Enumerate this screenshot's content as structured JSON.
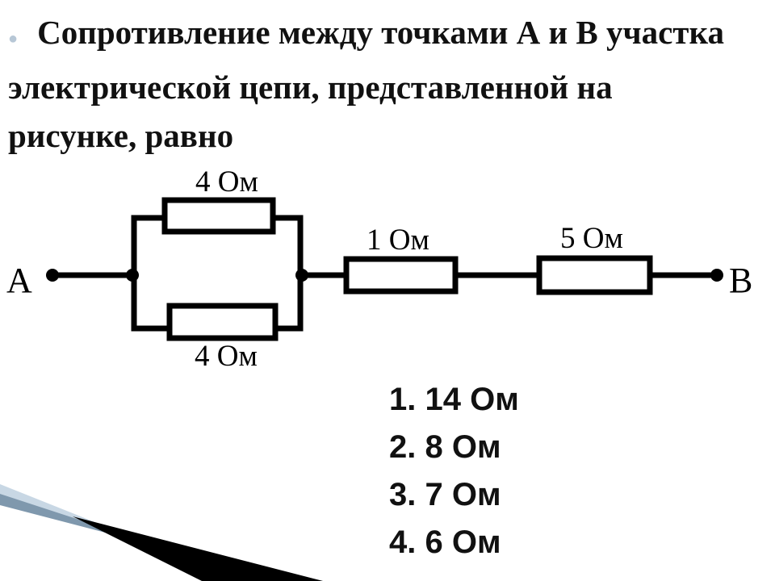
{
  "question": {
    "text": "Сопротивление между точками А и В участка электрической цепи, представленной на рисунке, равно"
  },
  "circuit": {
    "point_a": "А",
    "point_b": "В",
    "resistors": [
      {
        "id": "r-parallel-top",
        "label": "4 Ом"
      },
      {
        "id": "r-parallel-bottom",
        "label": "4 Ом"
      },
      {
        "id": "r-series-1",
        "label": "1 Ом"
      },
      {
        "id": "r-series-2",
        "label": "5 Ом"
      }
    ]
  },
  "answers": [
    {
      "label": "1. 14 Ом"
    },
    {
      "label": "2. 8 Ом"
    },
    {
      "label": "3. 7 Ом"
    },
    {
      "label": "4. 6 Ом"
    }
  ],
  "colors": {
    "ink": "#000000",
    "accent": "#b7c7d6"
  }
}
